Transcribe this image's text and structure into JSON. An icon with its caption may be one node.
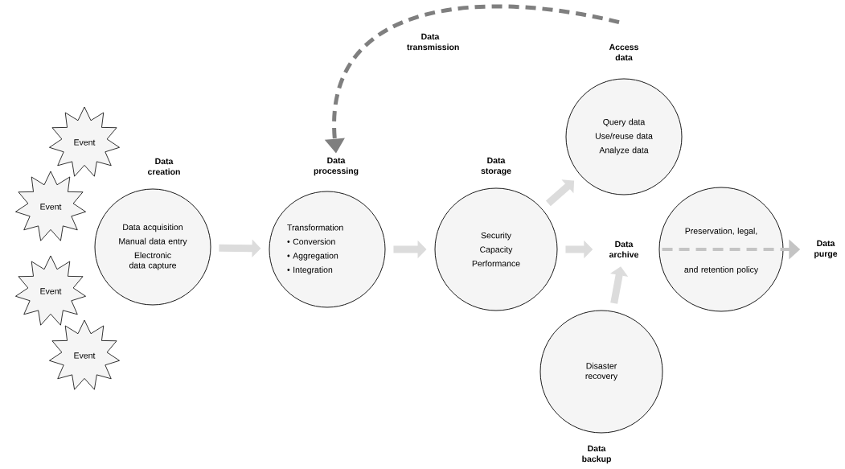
{
  "diagram": {
    "nodes": [
      {
        "text": [
          "Event"
        ]
      },
      {
        "text": [
          "Event"
        ]
      },
      {
        "text": [
          "Event"
        ]
      },
      {
        "text": [
          "Event"
        ]
      },
      {
        "text": [
          "Data creation",
          "Data acquisition",
          "Manual data entry",
          "Electronic data capture"
        ]
      },
      {
        "text": [
          "Data processing",
          "Transformation",
          "• Conversion",
          "• Aggregation",
          "• Integration"
        ]
      },
      {
        "text": [
          "Data storage",
          "Security",
          "Capacity",
          "Performance"
        ]
      },
      {
        "text": [
          "Access data",
          "Query data",
          "Use/reuse data",
          "Analyze data"
        ]
      },
      {
        "text": [
          "Data archive"
        ]
      },
      {
        "text": [
          "Preservation, legal, and retention policy"
        ]
      },
      {
        "text": [
          "Data purge"
        ]
      },
      {
        "text": [
          "Disaster recovery",
          "Data backup"
        ]
      }
    ],
    "edges": [
      {
        "from": 4,
        "to": 5,
        "arrow": "to"
      },
      {
        "from": 5,
        "to": 6,
        "arrow": "to"
      },
      {
        "from": 6,
        "to": 7,
        "arrow": "to"
      },
      {
        "from": 6,
        "to": 8,
        "arrow": "to"
      },
      {
        "from": 11,
        "to": 8,
        "arrow": "to"
      },
      {
        "from": 7,
        "to": 5,
        "arrow": "to",
        "label": "Data transmission",
        "style": "dashed",
        "color": "#7f7f7f"
      },
      {
        "from": 9,
        "to": 10,
        "arrow": "to",
        "style": "dashed",
        "color": "#c4c4c4"
      }
    ]
  }
}
